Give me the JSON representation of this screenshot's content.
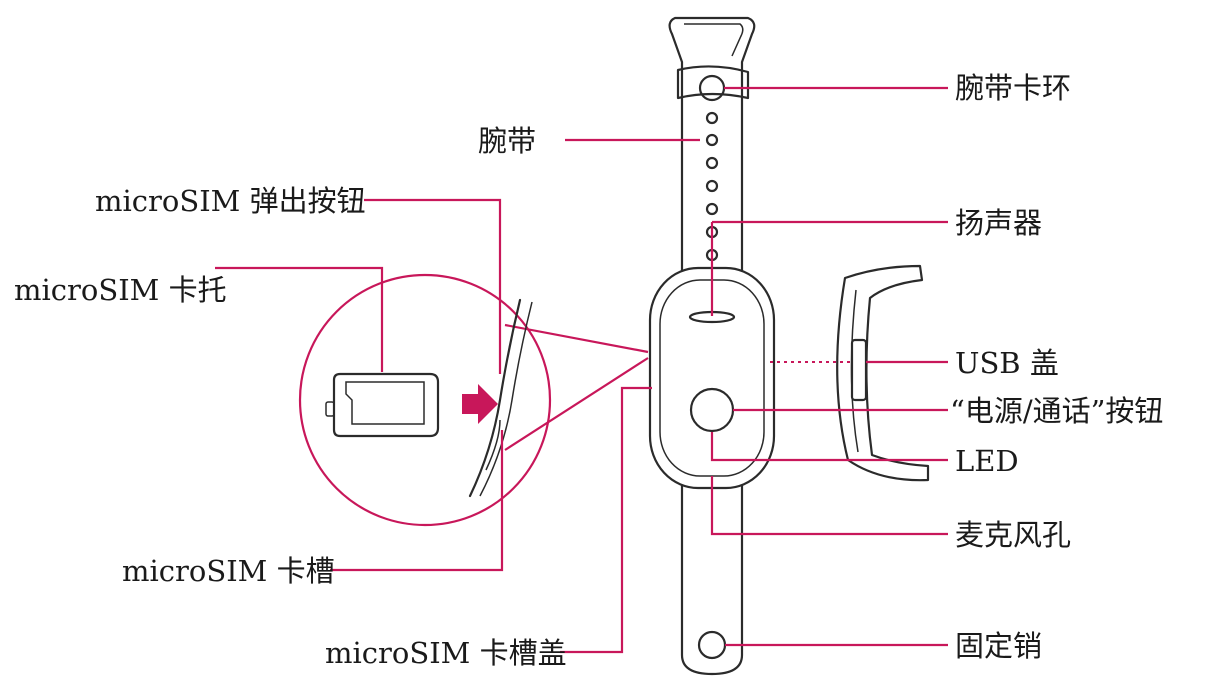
{
  "labels": {
    "wrist_strap_loop": "腕带卡环",
    "wrist_strap": "腕带",
    "speaker": "扬声器",
    "usb_cover": "USB 盖",
    "power_call_button": "“电源/通话”按钮",
    "led": "LED",
    "mic_hole": "麦克风孔",
    "fixing_pin": "固定销",
    "sim_eject_button": "microSIM 弹出按钮",
    "sim_tray": "microSIM 卡托",
    "sim_slot": "microSIM 卡槽",
    "sim_slot_cover": "microSIM 卡槽盖"
  },
  "colors": {
    "accent": "#c8175a",
    "outline": "#2b2b2b",
    "text": "#1a1a1a"
  }
}
